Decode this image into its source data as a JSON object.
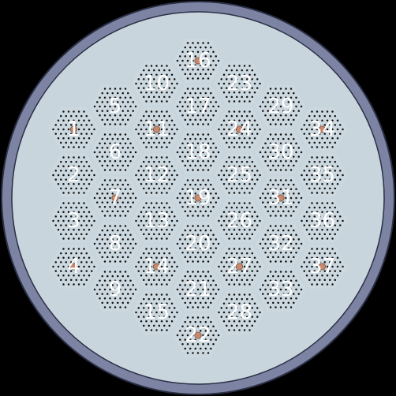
{
  "colors": {
    "background": "#000000",
    "vessel_ring": "#7d84a3",
    "vessel_outline": "#2b2f45",
    "coolant": "#c8d5dd",
    "assembly_fill": "#ccd8df",
    "pin": "#111111",
    "instrument_tube": "#c9876b",
    "label": "#ffffff"
  },
  "assemblies": [
    {
      "label": "1",
      "instrumented": true
    },
    {
      "label": "2",
      "instrumented": false
    },
    {
      "label": "3",
      "instrumented": false
    },
    {
      "label": "4",
      "instrumented": true
    },
    {
      "label": "5",
      "instrumented": false
    },
    {
      "label": "6",
      "instrumented": false
    },
    {
      "label": "7",
      "instrumented": true
    },
    {
      "label": "8",
      "instrumented": false
    },
    {
      "label": "9",
      "instrumented": false
    },
    {
      "label": "10",
      "instrumented": false
    },
    {
      "label": "11",
      "instrumented": true
    },
    {
      "label": "12",
      "instrumented": false
    },
    {
      "label": "13",
      "instrumented": false
    },
    {
      "label": "14",
      "instrumented": true
    },
    {
      "label": "15",
      "instrumented": false
    },
    {
      "label": "16",
      "instrumented": true
    },
    {
      "label": "17",
      "instrumented": false
    },
    {
      "label": "18",
      "instrumented": false
    },
    {
      "label": "19",
      "instrumented": true
    },
    {
      "label": "20",
      "instrumented": false
    },
    {
      "label": "21",
      "instrumented": false
    },
    {
      "label": "22",
      "instrumented": true
    },
    {
      "label": "23",
      "instrumented": false
    },
    {
      "label": "24",
      "instrumented": true
    },
    {
      "label": "25",
      "instrumented": false
    },
    {
      "label": "26",
      "instrumented": false
    },
    {
      "label": "27",
      "instrumented": true
    },
    {
      "label": "28",
      "instrumented": false
    },
    {
      "label": "29",
      "instrumented": false
    },
    {
      "label": "30",
      "instrumented": false
    },
    {
      "label": "31",
      "instrumented": true
    },
    {
      "label": "32",
      "instrumented": false
    },
    {
      "label": "33",
      "instrumented": false
    },
    {
      "label": "34",
      "instrumented": true
    },
    {
      "label": "35",
      "instrumented": false
    },
    {
      "label": "36",
      "instrumented": false
    },
    {
      "label": "37",
      "instrumented": true
    }
  ]
}
